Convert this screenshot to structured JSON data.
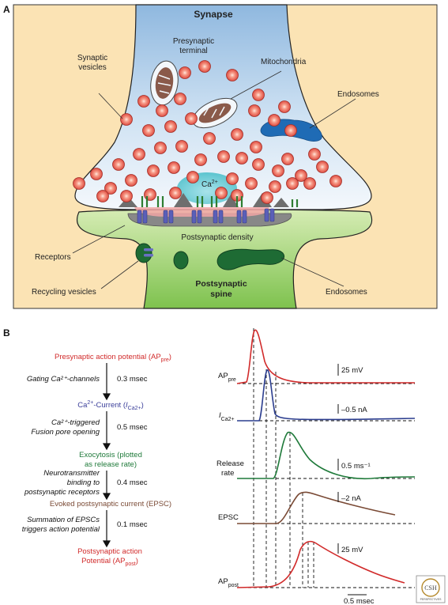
{
  "panel_a": {
    "letter": "A",
    "title": "Synapse",
    "labels": {
      "presynaptic_line1": "Presynaptic",
      "presynaptic_line2": "terminal",
      "vesicles_line1": "Synaptic",
      "vesicles_line2": "vesicles",
      "mitochondria": "Mitochondria",
      "endosomes_top": "Endosomes",
      "calcium": "Ca",
      "calcium_sup": "2+",
      "psd": "Postsynaptic density",
      "receptors": "Receptors",
      "recycling": "Recycling vesicles",
      "endosomes_bottom": "Endosomes",
      "spine_line1": "Postsynaptic",
      "spine_line2": "spine"
    }
  },
  "panel_b": {
    "letter": "B",
    "steps": [
      {
        "main": "Presynaptic action potential (AP",
        "sub": "pre",
        "end": ")",
        "color": "#d12a2a"
      },
      {
        "main": "Ca",
        "sup": "2+",
        "main2": "-Current (",
        "ital": "I",
        "sub": "Ca2+",
        "end": ")",
        "color": "#3b3f9a"
      },
      {
        "line1": "Exocytosis (plotted",
        "line2": "as release rate)",
        "color": "#1f7a3a"
      },
      {
        "main": "Evoked postsynaptic current (EPSC)",
        "color": "#7a4a35"
      },
      {
        "line1": "Postsynaptic action",
        "line2_main": "Potential (AP",
        "line2_sub": "post",
        "line2_end": ")",
        "color": "#d12a2a"
      }
    ],
    "processes": [
      {
        "lines": [
          "Gating Ca²⁺-channels"
        ],
        "time": "0.3 msec"
      },
      {
        "lines": [
          "Ca²⁺-triggered",
          "Fusion pore opening"
        ],
        "time": "0.5 msec"
      },
      {
        "lines": [
          "Neurotransmitter",
          "binding to",
          "postsynaptic receptors"
        ],
        "time": "0.4 msec"
      },
      {
        "lines": [
          "Summation of EPSCs",
          "triggers action potential"
        ],
        "time": "0.1 msec"
      }
    ],
    "traces": [
      {
        "label": "AP",
        "sub": "pre",
        "scale": "25 mV",
        "color": "#d12a2a"
      },
      {
        "label": "I",
        "sub": "Ca2+",
        "scale": "–0.5 nA",
        "color": "#2c3e8f"
      },
      {
        "label": "Release",
        "label2": "rate",
        "scale": "0.5 ms⁻¹",
        "color": "#1f7a3a"
      },
      {
        "label": "EPSC",
        "scale": "–2 nA",
        "color": "#7a4a35"
      },
      {
        "label": "AP",
        "sub": "post",
        "scale": "25 mV",
        "color": "#d12a2a"
      }
    ],
    "time_scale": "0.5 msec",
    "logo": "CSH PERSPECTIVES"
  }
}
